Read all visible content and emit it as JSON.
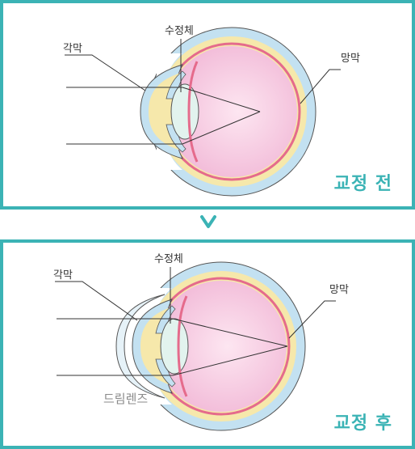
{
  "panels": {
    "before": {
      "caption": "교정 전",
      "labels": {
        "cornea": "각막",
        "lens": "수정체",
        "retina": "망막"
      }
    },
    "after": {
      "caption": "교정 후",
      "labels": {
        "cornea": "각막",
        "lens": "수정체",
        "retina": "망막",
        "contact_lens": "드림렌즈"
      }
    }
  },
  "colors": {
    "frame": "#3bb3b5",
    "sclera": "#b9dcef",
    "choroid": "#f6e7a6",
    "retina": "#e86a8a",
    "vitreous": "#f4c6e0",
    "crystalline_lens": "#dff2ec",
    "cornea": "#f7e6a8"
  }
}
